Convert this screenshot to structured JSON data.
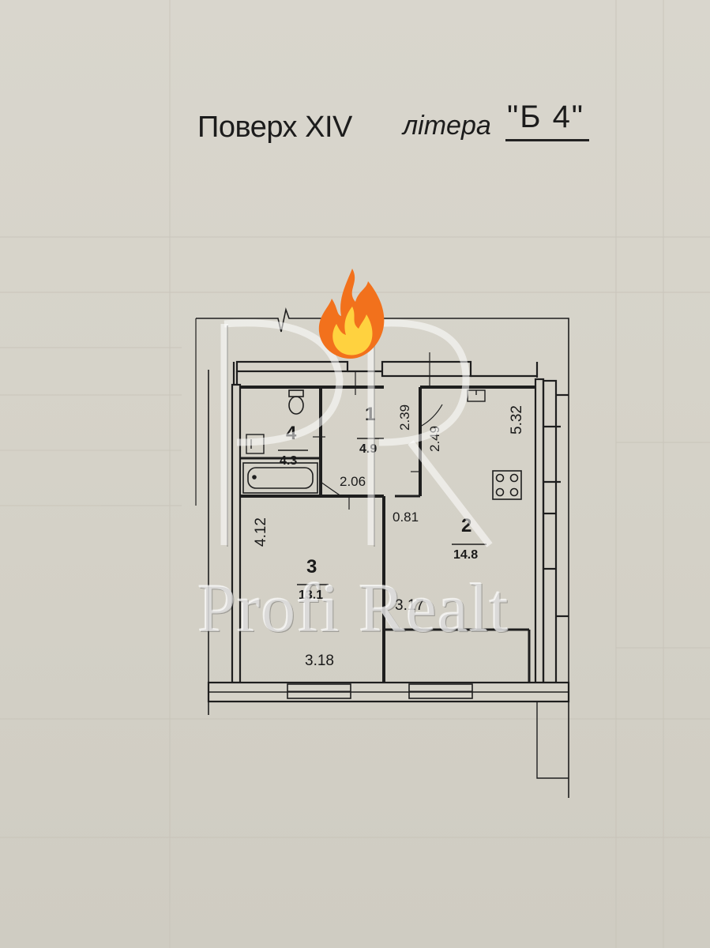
{
  "heading": {
    "floor": "Поверх XIV",
    "letter_word": "літера",
    "letter_value": "\"Б 4\""
  },
  "rooms": [
    {
      "number": "1",
      "area": "4.9"
    },
    {
      "number": "2",
      "area": "14.8"
    },
    {
      "number": "3",
      "area": "13.1"
    },
    {
      "number": "4",
      "area": "4.3"
    }
  ],
  "dimensions": {
    "d_2_39": "2.39",
    "d_2_49": "2.49",
    "d_5_32": "5.32",
    "d_2_06": "2.06",
    "d_0_81": "0.81",
    "d_4_12": "4.12",
    "d_3_17": "3.17",
    "d_3_18": "3.18"
  },
  "watermark": {
    "text": "Profi Realt"
  },
  "colors": {
    "paper": "#d6d3c9",
    "ink": "#1a1a1a",
    "flame_outer": "#f2711c",
    "flame_inner": "#ffd23f"
  },
  "icons": [
    "flame-icon",
    "stove-icon",
    "toilet-icon",
    "bathtub-icon",
    "sink-icon"
  ]
}
